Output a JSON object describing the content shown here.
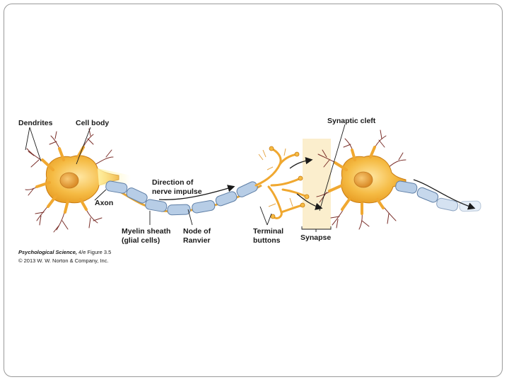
{
  "labels": {
    "dendrites": "Dendrites",
    "cell_body": "Cell body",
    "axon": "Axon",
    "direction_line1": "Direction of",
    "direction_line2": "nerve impulse",
    "myelin_line1": "Myelin sheath",
    "myelin_line2": "(glial cells)",
    "node_line1": "Node of",
    "node_line2": "Ranvier",
    "terminal_line1": "Terminal",
    "terminal_line2": "buttons",
    "synaptic_cleft": "Synaptic cleft",
    "synapse": "Synapse"
  },
  "caption": {
    "title": "Psychological Science,",
    "edition": " 4/e  Figure 3.5",
    "copyright": "© 2013 W. W. Norton & Company, Inc."
  },
  "colors": {
    "neuron_fill": "#f2b43a",
    "neuron_edge": "#c97c12",
    "nucleus": "#e39a2f",
    "myelin_fill": "#b7cde6",
    "myelin_edge": "#5f7fa6",
    "dendrite_line": "#7a2f2a",
    "synapse_band": "#fbeecd",
    "frame_border": "#9a9a9a"
  }
}
